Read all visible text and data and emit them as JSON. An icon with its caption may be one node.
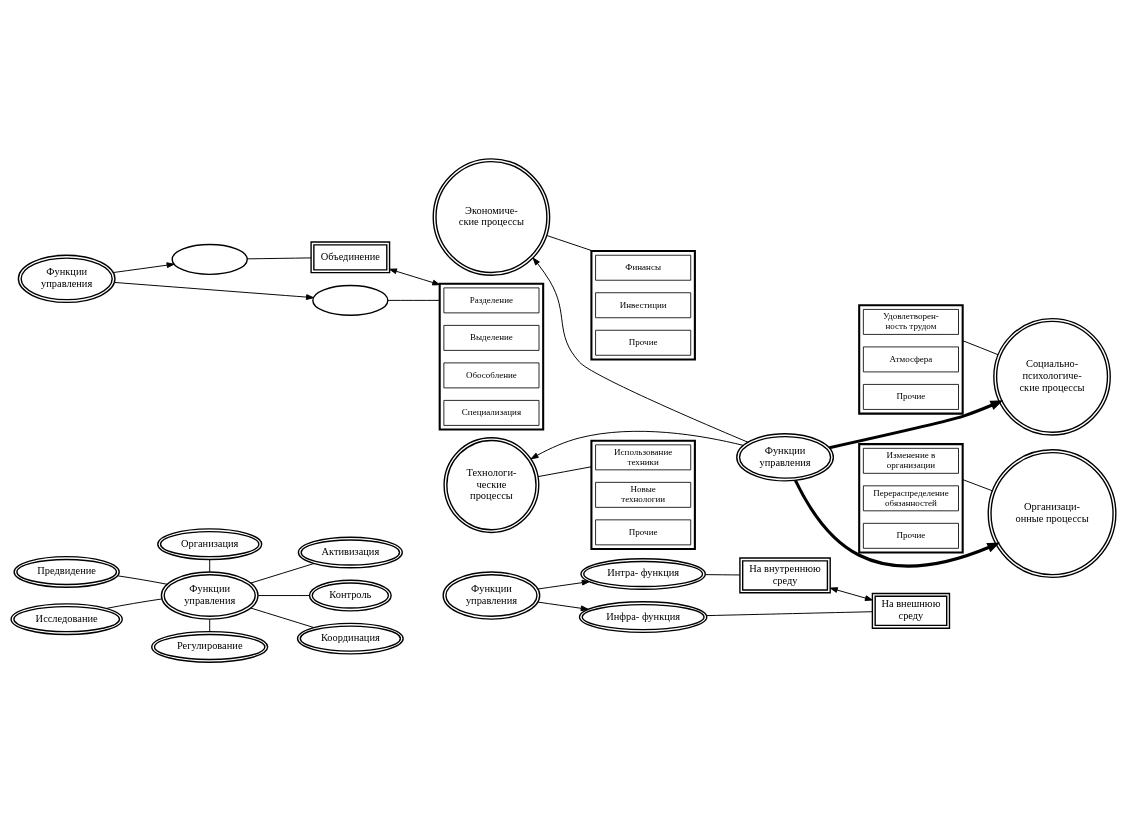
{
  "diagram": {
    "nodes": [
      {
        "text": [
          "Функции управления"
        ]
      },
      {
        "text": [
          "Организация"
        ]
      },
      {
        "text": [
          "Предвидение"
        ]
      },
      {
        "text": [
          "Активизация"
        ]
      },
      {
        "text": [
          "Контроль"
        ]
      },
      {
        "text": [
          "Исследование"
        ]
      },
      {
        "text": [
          "Координация"
        ]
      },
      {
        "text": [
          "Регулирование"
        ]
      },
      {
        "text": [
          "Функции управления"
        ]
      },
      {
        "text": [],
        "shape": "ellipse"
      },
      {
        "text": [
          "Объединение"
        ]
      },
      {
        "text": [],
        "shape": "ellipse"
      },
      {
        "text": [],
        "shape": "box"
      },
      {
        "text": [
          "Разделение"
        ],
        "in": 12
      },
      {
        "text": [
          "Выделение"
        ],
        "in": 12
      },
      {
        "text": [
          "Обособление"
        ],
        "in": 12
      },
      {
        "text": [
          "Специализация"
        ],
        "in": 12
      },
      {
        "text": [
          "Функции управления"
        ]
      },
      {
        "text": [
          "Интра- функция"
        ]
      },
      {
        "text": [
          "Инфра- функция"
        ]
      },
      {
        "text": [
          "На внутреннюю среду"
        ]
      },
      {
        "text": [
          "На внешнюю среду"
        ]
      },
      {
        "text": [
          "Экономиче- ские процессы"
        ]
      },
      {
        "text": [],
        "shape": "box"
      },
      {
        "text": [
          "Финансы"
        ],
        "in": 23
      },
      {
        "text": [
          "Инвестиции"
        ],
        "in": 23
      },
      {
        "text": [
          "Прочие"
        ],
        "in": 23
      },
      {
        "text": [],
        "shape": "box"
      },
      {
        "text": [
          "Удовлетворен- ность трудом"
        ],
        "in": 27
      },
      {
        "text": [
          "Атмосфера"
        ],
        "in": 27
      },
      {
        "text": [
          "Прочие"
        ],
        "in": 27
      },
      {
        "text": [
          "Социально- психологиче- ские процессы"
        ]
      },
      {
        "text": [
          "Функции управления"
        ]
      },
      {
        "text": [
          "Технологи- ческие процессы"
        ]
      },
      {
        "text": [],
        "shape": "box"
      },
      {
        "text": [
          "Использование техники"
        ],
        "in": 34
      },
      {
        "text": [
          "Новые технологии"
        ],
        "in": 34
      },
      {
        "text": [
          "Прочие"
        ],
        "in": 34
      },
      {
        "text": [],
        "shape": "box"
      },
      {
        "text": [
          "Изменение в организации"
        ],
        "in": 38
      },
      {
        "text": [
          "Перераспределение обязанностей"
        ],
        "in": 38
      },
      {
        "text": [
          "Прочие"
        ],
        "in": 38
      },
      {
        "text": [
          "Организаци- онные процессы"
        ]
      }
    ],
    "edges": [
      {
        "from": 0,
        "to": 1,
        "arrow": "none"
      },
      {
        "from": 0,
        "to": 2,
        "arrow": "none"
      },
      {
        "from": 0,
        "to": 3,
        "arrow": "none"
      },
      {
        "from": 0,
        "to": 4,
        "arrow": "none"
      },
      {
        "from": 0,
        "to": 5,
        "arrow": "none"
      },
      {
        "from": 0,
        "to": 6,
        "arrow": "none"
      },
      {
        "from": 0,
        "to": 7,
        "arrow": "none"
      },
      {
        "from": 8,
        "to": 9,
        "arrow": "to"
      },
      {
        "from": 8,
        "to": 11,
        "arrow": "to"
      },
      {
        "from": 9,
        "to": 10,
        "arrow": "none"
      },
      {
        "from": 11,
        "to": 12,
        "arrow": "none"
      },
      {
        "from": 10,
        "to": 12,
        "arrow": "both"
      },
      {
        "from": 17,
        "to": 18,
        "arrow": "to"
      },
      {
        "from": 17,
        "to": 19,
        "arrow": "to"
      },
      {
        "from": 18,
        "to": 20,
        "arrow": "none"
      },
      {
        "from": 19,
        "to": 21,
        "arrow": "none"
      },
      {
        "from": 20,
        "to": 21,
        "arrow": "both"
      },
      {
        "from": 32,
        "to": 22,
        "arrow": "to"
      },
      {
        "from": 32,
        "to": 31,
        "arrow": "to",
        "style": "thick"
      },
      {
        "from": 32,
        "to": 33,
        "arrow": "to"
      },
      {
        "from": 32,
        "to": 42,
        "arrow": "to",
        "style": "thick"
      },
      {
        "from": 22,
        "to": 23,
        "arrow": "none"
      },
      {
        "from": 27,
        "to": 31,
        "arrow": "none"
      },
      {
        "from": 33,
        "to": 34,
        "arrow": "none"
      },
      {
        "from": 38,
        "to": 42,
        "arrow": "none"
      }
    ]
  }
}
